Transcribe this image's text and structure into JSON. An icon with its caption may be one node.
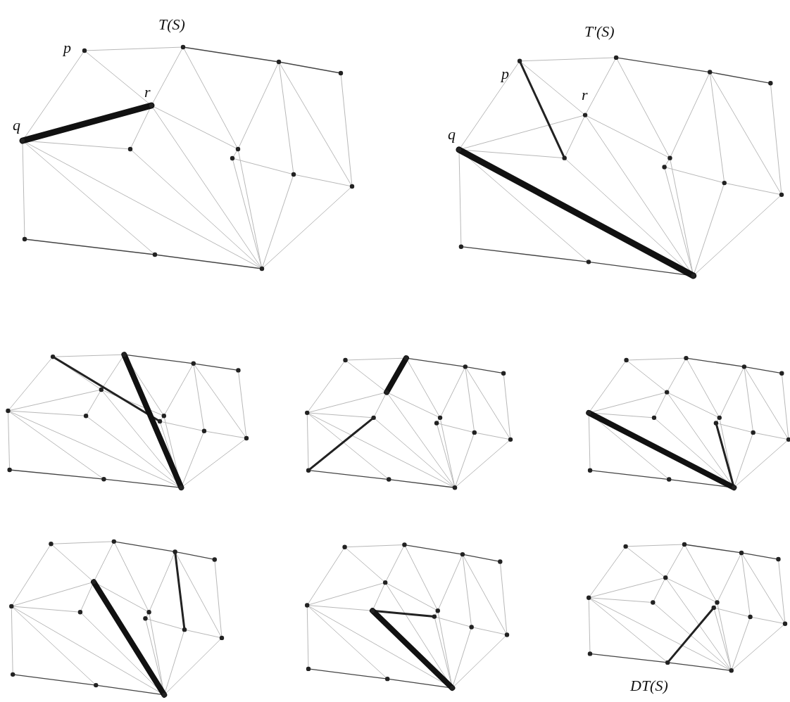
{
  "diagram": {
    "labels": [
      "T(S)",
      "T'(S)",
      "p",
      "r",
      "q",
      "p",
      "r",
      "q",
      "DT(S)"
    ]
  }
}
